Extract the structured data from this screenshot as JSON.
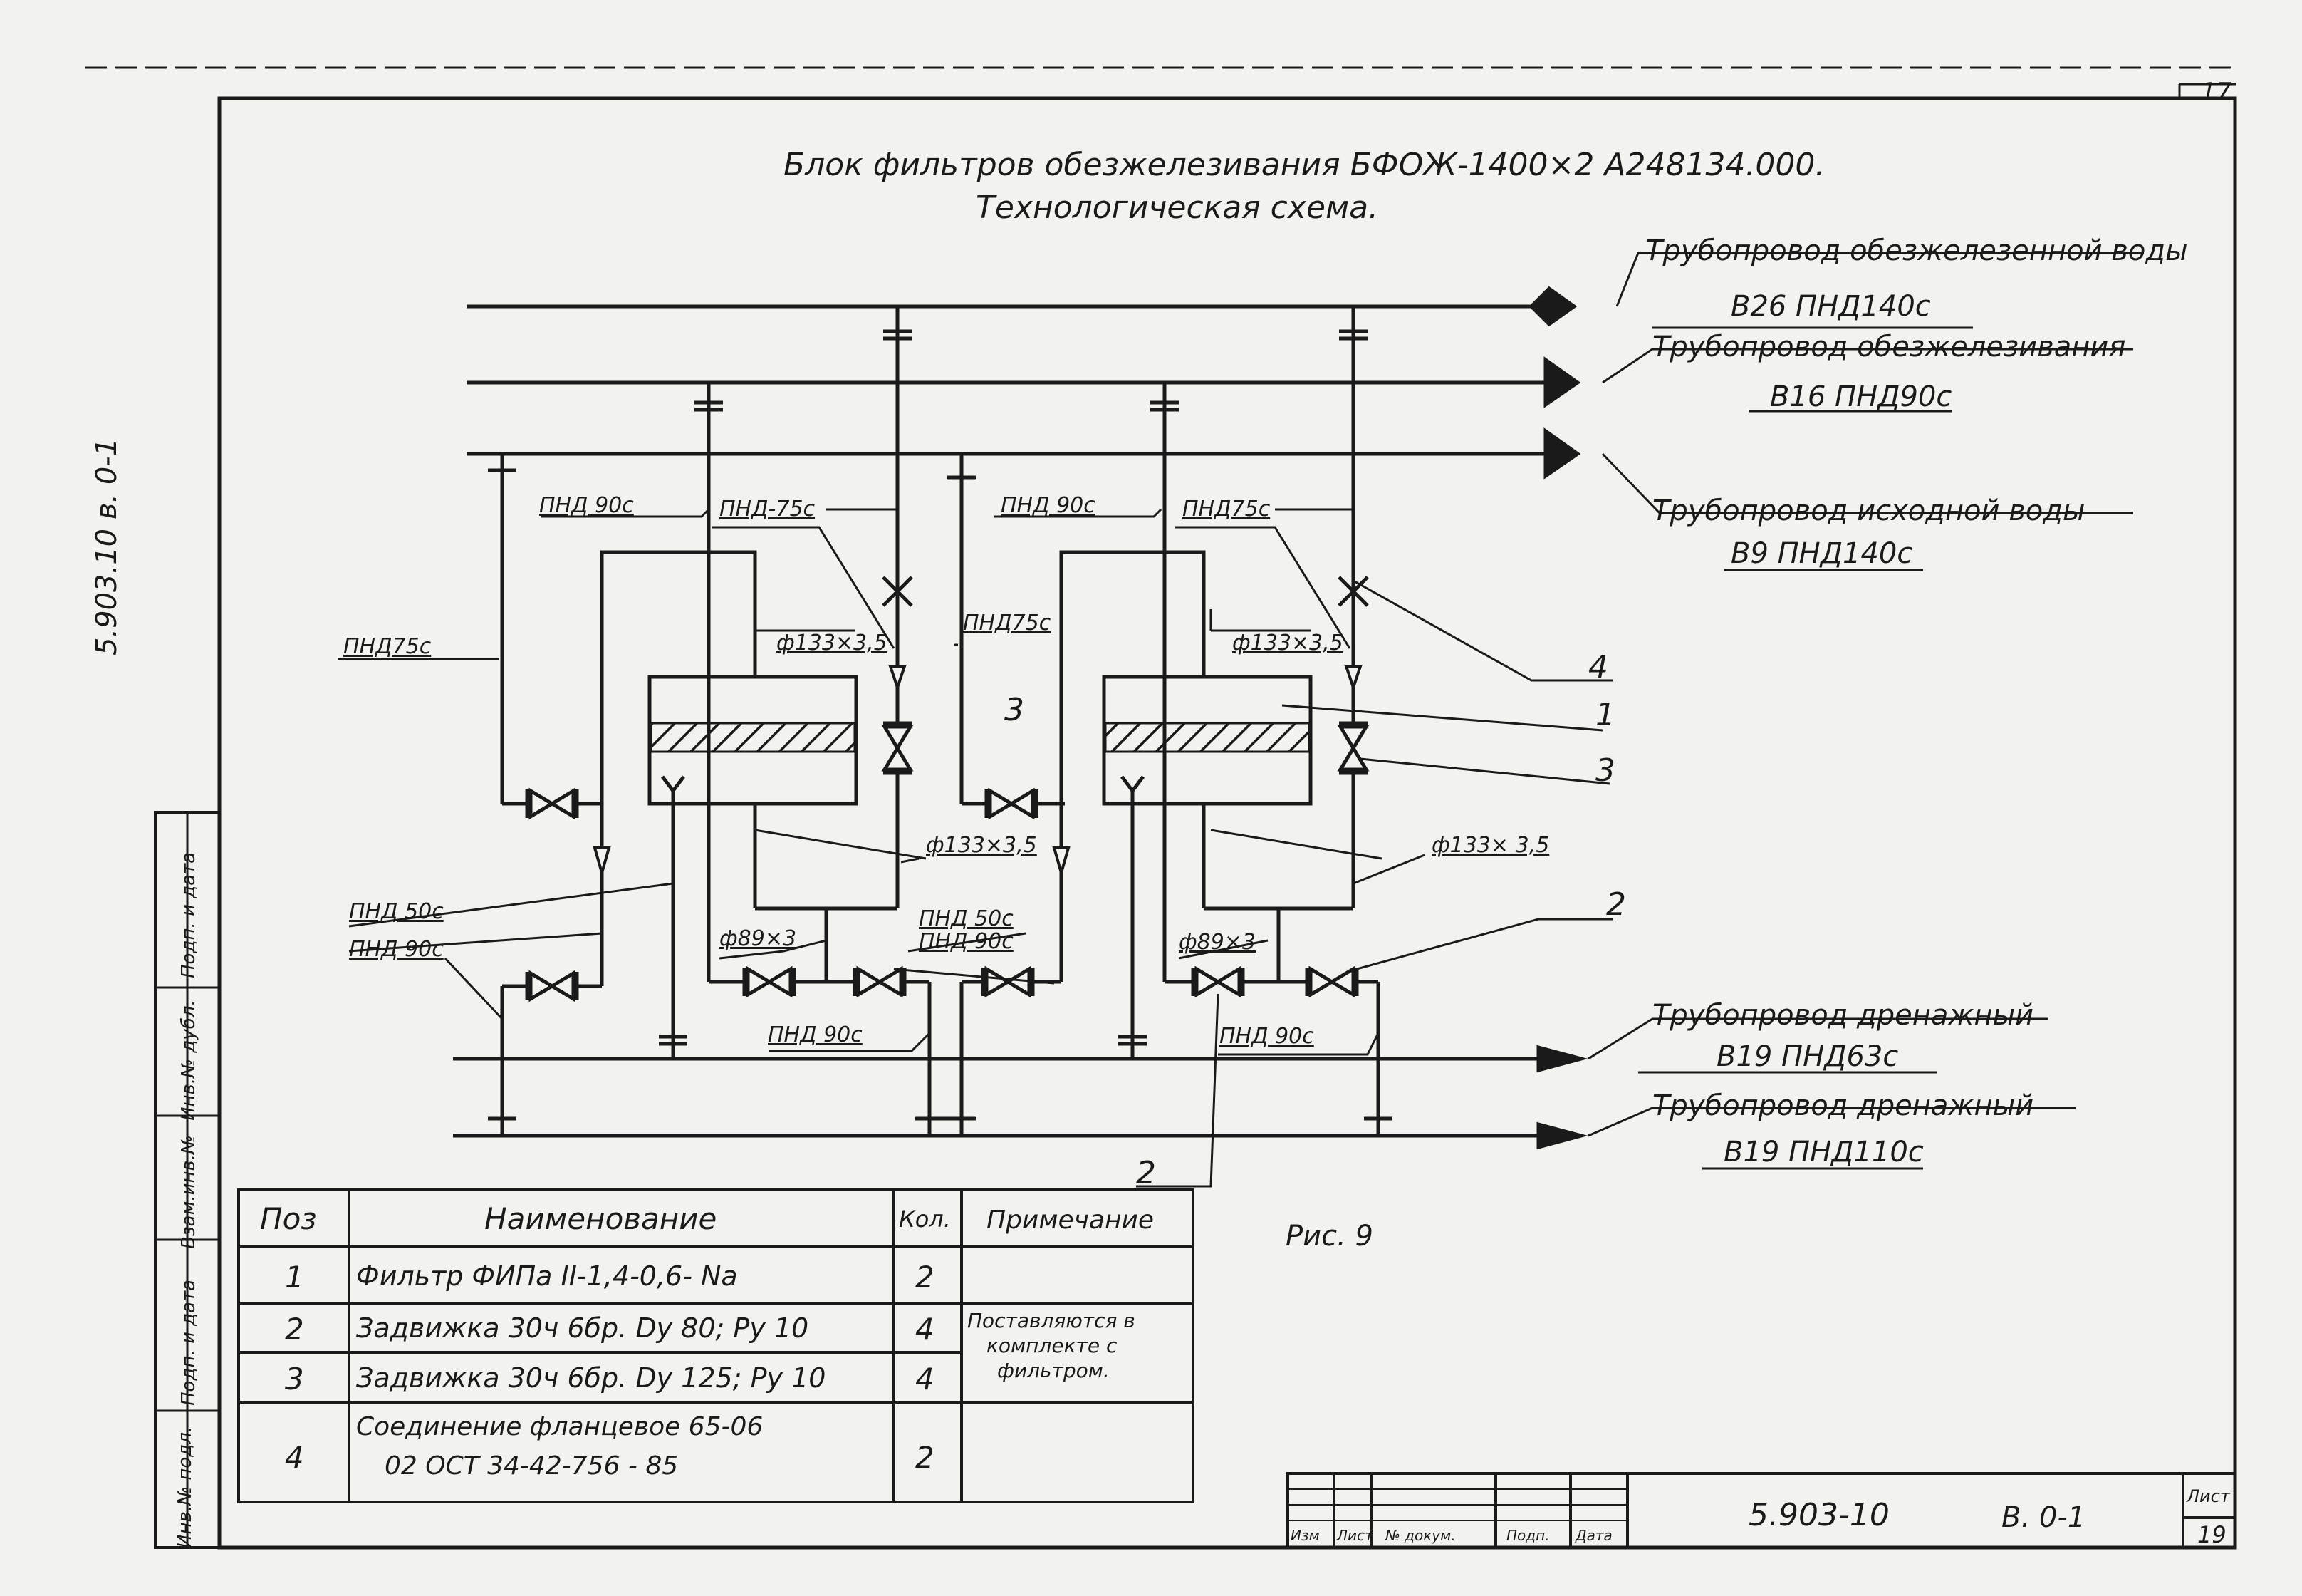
{
  "sheet_number_top": "17",
  "sheet_number_bottom": "19",
  "title": {
    "line1": "Блок фильтров обезжелезивания БФОЖ-1400×2    А248134.000.",
    "line2": "Технологическая    схема."
  },
  "pipelines": [
    {
      "name": "Трубопровод обезжелезенной воды",
      "code": "В26   ПНД140с"
    },
    {
      "name": "Трубопровод обезжелезивания",
      "code": "В16  ПНД90с"
    },
    {
      "name": "Трубопровод исходной воды",
      "code": "В9  ПНД140с"
    },
    {
      "name": "Трубопровод дренажный",
      "code": "В19  ПНД63с"
    },
    {
      "name": "Трубопровод дренажный",
      "code": "В19  ПНД110с"
    }
  ],
  "pipe_labels": {
    "pnd90_a": "ПНД 90с",
    "pnd75_a": "ПНД-75с",
    "pnd90_b": "ПНД 90с",
    "pnd75_b": "ПНД75с",
    "pnd75_left": "ПНД75с",
    "pnd75_mid": "ПНД75с",
    "d133_a": "ф133×3,5",
    "d133_b": "ф133×3,5",
    "d133_c": "ф133×3,5",
    "d133_d": "ф133× 3,5",
    "pnd50_a": "ПНД 50с",
    "pnd90_c": "ПНД 90с",
    "d89_a": "ф89×3",
    "pnd50_b": "ПНД 50с",
    "pnd90_d": "ПНД 90с",
    "pnd90_e": "ПНД 90с",
    "d89_b": "ф89×3",
    "pnd90_f": "ПНД 90с"
  },
  "callouts": {
    "c4": "4",
    "c1": "1",
    "c3a": "3",
    "c3b": "3",
    "c2a": "2",
    "c2b": "2"
  },
  "figure_caption": "Рис. 9",
  "spec_table": {
    "headers": [
      "Поз",
      "Наименование",
      "Кол.",
      "Примечание"
    ],
    "rows": [
      {
        "pos": "1",
        "name": "Фильтр ФИПа II-1,4-0,6- Nа",
        "qty": "2"
      },
      {
        "pos": "2",
        "name": "Задвижка 30ч 6бр. Dу 80;  Ру 10",
        "qty": "4"
      },
      {
        "pos": "3",
        "name": "Задвижка 30ч 6бр. Dу 125;  Ру 10",
        "qty": "4"
      },
      {
        "pos": "4",
        "name_line1": "Соединение фланцевое 65-06",
        "name_line2": "02  ОСТ 34-42-756 - 85",
        "qty": "2"
      }
    ],
    "note_lines": [
      "Поставляются в",
      "комплекте с",
      "фильтром."
    ]
  },
  "side_code": "5.903.10     в. 0-1",
  "left_stamp": [
    "Подп. и дата",
    "Инв.№ дубл.",
    "Взам.инв.№",
    "Подп. и дата",
    "Инв.№ подл."
  ],
  "title_block": {
    "headers": [
      "Изм",
      "Лист",
      "№ докум.",
      "Подп.",
      "Дата"
    ],
    "code": "5.903-10",
    "variant": "В. 0-1",
    "sheet_label": "Лист"
  }
}
